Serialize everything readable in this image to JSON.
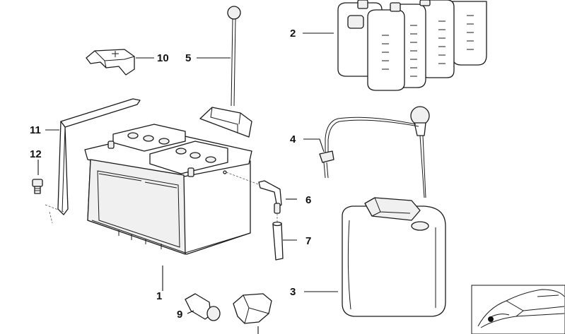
{
  "callouts": [
    {
      "id": "1",
      "label": "1",
      "part": "battery"
    },
    {
      "id": "2",
      "label": "2",
      "part": "distilled-water-bottles"
    },
    {
      "id": "3",
      "label": "3",
      "part": "water-canister"
    },
    {
      "id": "4",
      "label": "4",
      "part": "filling-device"
    },
    {
      "id": "5",
      "label": "5",
      "part": "battery-holder-rod"
    },
    {
      "id": "6",
      "label": "6",
      "part": "vent-elbow"
    },
    {
      "id": "7",
      "label": "7",
      "part": "vent-hose"
    },
    {
      "id": "9",
      "label": "9",
      "part": "plug"
    },
    {
      "id": "10",
      "label": "10",
      "part": "terminal-cover"
    },
    {
      "id": "11",
      "label": "11",
      "part": "tension-strap"
    },
    {
      "id": "12",
      "label": "12",
      "part": "screw"
    }
  ]
}
